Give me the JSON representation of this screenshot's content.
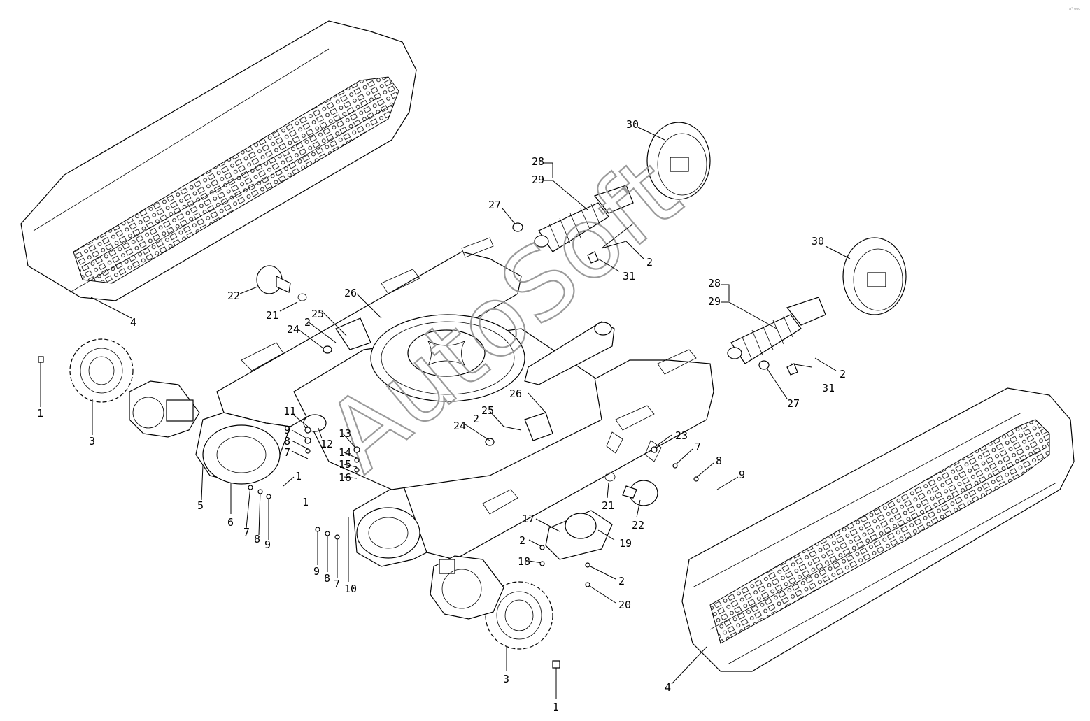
{
  "watermark": "AutoSoft",
  "corner_mark": "a* ooo",
  "callouts": [
    {
      "id": "30a",
      "text": "30"
    },
    {
      "id": "28a",
      "text": "28"
    },
    {
      "id": "29a",
      "text": "29"
    },
    {
      "id": "27a",
      "text": "27"
    },
    {
      "id": "2a",
      "text": "2"
    },
    {
      "id": "31a",
      "text": "31"
    },
    {
      "id": "30b",
      "text": "30"
    },
    {
      "id": "28b",
      "text": "28"
    },
    {
      "id": "29b",
      "text": "29"
    },
    {
      "id": "2b",
      "text": "2"
    },
    {
      "id": "31b",
      "text": "31"
    },
    {
      "id": "27b",
      "text": "27"
    },
    {
      "id": "22a",
      "text": "22"
    },
    {
      "id": "21a",
      "text": "21"
    },
    {
      "id": "26a",
      "text": "26"
    },
    {
      "id": "25a",
      "text": "25"
    },
    {
      "id": "2c",
      "text": "2"
    },
    {
      "id": "24a",
      "text": "24"
    },
    {
      "id": "4a",
      "text": "4"
    },
    {
      "id": "1a",
      "text": "1"
    },
    {
      "id": "3a",
      "text": "3"
    },
    {
      "id": "11",
      "text": "11"
    },
    {
      "id": "12",
      "text": "12"
    },
    {
      "id": "9a",
      "text": "9"
    },
    {
      "id": "8a",
      "text": "8"
    },
    {
      "id": "7a",
      "text": "7"
    },
    {
      "id": "13",
      "text": "13"
    },
    {
      "id": "14",
      "text": "14"
    },
    {
      "id": "15",
      "text": "15"
    },
    {
      "id": "16",
      "text": "16"
    },
    {
      "id": "26b",
      "text": "26"
    },
    {
      "id": "25b",
      "text": "25"
    },
    {
      "id": "2d",
      "text": "2"
    },
    {
      "id": "24b",
      "text": "24"
    },
    {
      "id": "23",
      "text": "23"
    },
    {
      "id": "7b",
      "text": "7"
    },
    {
      "id": "8b",
      "text": "8"
    },
    {
      "id": "9b",
      "text": "9"
    },
    {
      "id": "1b",
      "text": "1"
    },
    {
      "id": "5",
      "text": "5"
    },
    {
      "id": "6",
      "text": "6"
    },
    {
      "id": "7c",
      "text": "7"
    },
    {
      "id": "8c",
      "text": "8"
    },
    {
      "id": "9c",
      "text": "9"
    },
    {
      "id": "1c",
      "text": "1"
    },
    {
      "id": "21b",
      "text": "21"
    },
    {
      "id": "22b",
      "text": "22"
    },
    {
      "id": "17",
      "text": "17"
    },
    {
      "id": "19",
      "text": "19"
    },
    {
      "id": "2e",
      "text": "2"
    },
    {
      "id": "18",
      "text": "18"
    },
    {
      "id": "2f",
      "text": "2"
    },
    {
      "id": "20",
      "text": "20"
    },
    {
      "id": "9d",
      "text": "9"
    },
    {
      "id": "8d",
      "text": "8"
    },
    {
      "id": "7d",
      "text": "7"
    },
    {
      "id": "10",
      "text": "10"
    },
    {
      "id": "3b",
      "text": "3"
    },
    {
      "id": "1d",
      "text": "1"
    },
    {
      "id": "4b",
      "text": "4"
    }
  ]
}
